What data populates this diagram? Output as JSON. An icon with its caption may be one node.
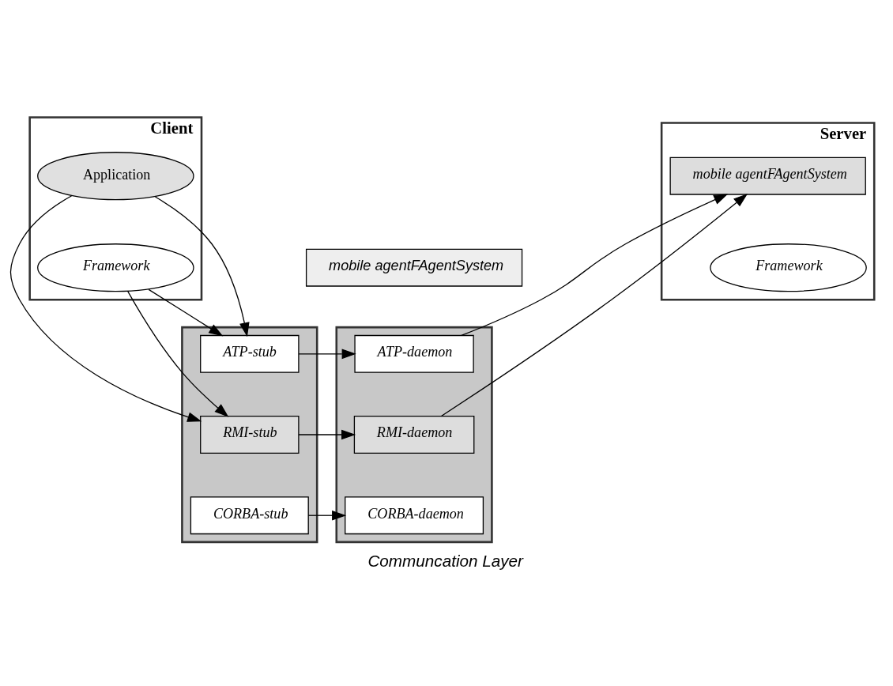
{
  "diagram": {
    "caption": "Communcation Layer",
    "nodes": [
      {
        "text": [
          "Client"
        ]
      },
      {
        "text": [
          "Framework"
        ],
        "in": 0
      },
      {
        "text": [
          "Application"
        ],
        "in": 0
      },
      {
        "text": [
          "Server"
        ]
      },
      {
        "text": [
          "Framework"
        ],
        "in": 3
      },
      {
        "text": [
          "mobile agentFAgentSystem"
        ],
        "in": 3
      },
      {
        "text": [
          "mobile agentFAgentSystem"
        ]
      },
      {
        "text": [],
        "shape": "box"
      },
      {
        "text": [
          "ATP-stub"
        ],
        "in": 7
      },
      {
        "text": [
          "RMI-stub"
        ],
        "in": 7
      },
      {
        "text": [
          "CORBA-stub"
        ],
        "in": 7
      },
      {
        "text": [],
        "shape": "box"
      },
      {
        "text": [
          "ATP-daemon"
        ],
        "in": 11
      },
      {
        "text": [
          "RMI-daemon"
        ],
        "in": 11
      },
      {
        "text": [
          "CORBA-daemon"
        ],
        "in": 11
      }
    ],
    "edges": [
      {
        "from": 1,
        "to": 8,
        "arrow": "to"
      },
      {
        "from": 1,
        "to": 9,
        "arrow": "to"
      },
      {
        "from": 2,
        "to": 8,
        "arrow": "to"
      },
      {
        "from": 2,
        "to": 9,
        "arrow": "to"
      },
      {
        "from": 8,
        "to": 12,
        "arrow": "to"
      },
      {
        "from": 9,
        "to": 13,
        "arrow": "to"
      },
      {
        "from": 10,
        "to": 14,
        "arrow": "to"
      },
      {
        "from": 12,
        "to": 5,
        "arrow": "to"
      },
      {
        "from": 13,
        "to": 5,
        "arrow": "to"
      }
    ]
  }
}
